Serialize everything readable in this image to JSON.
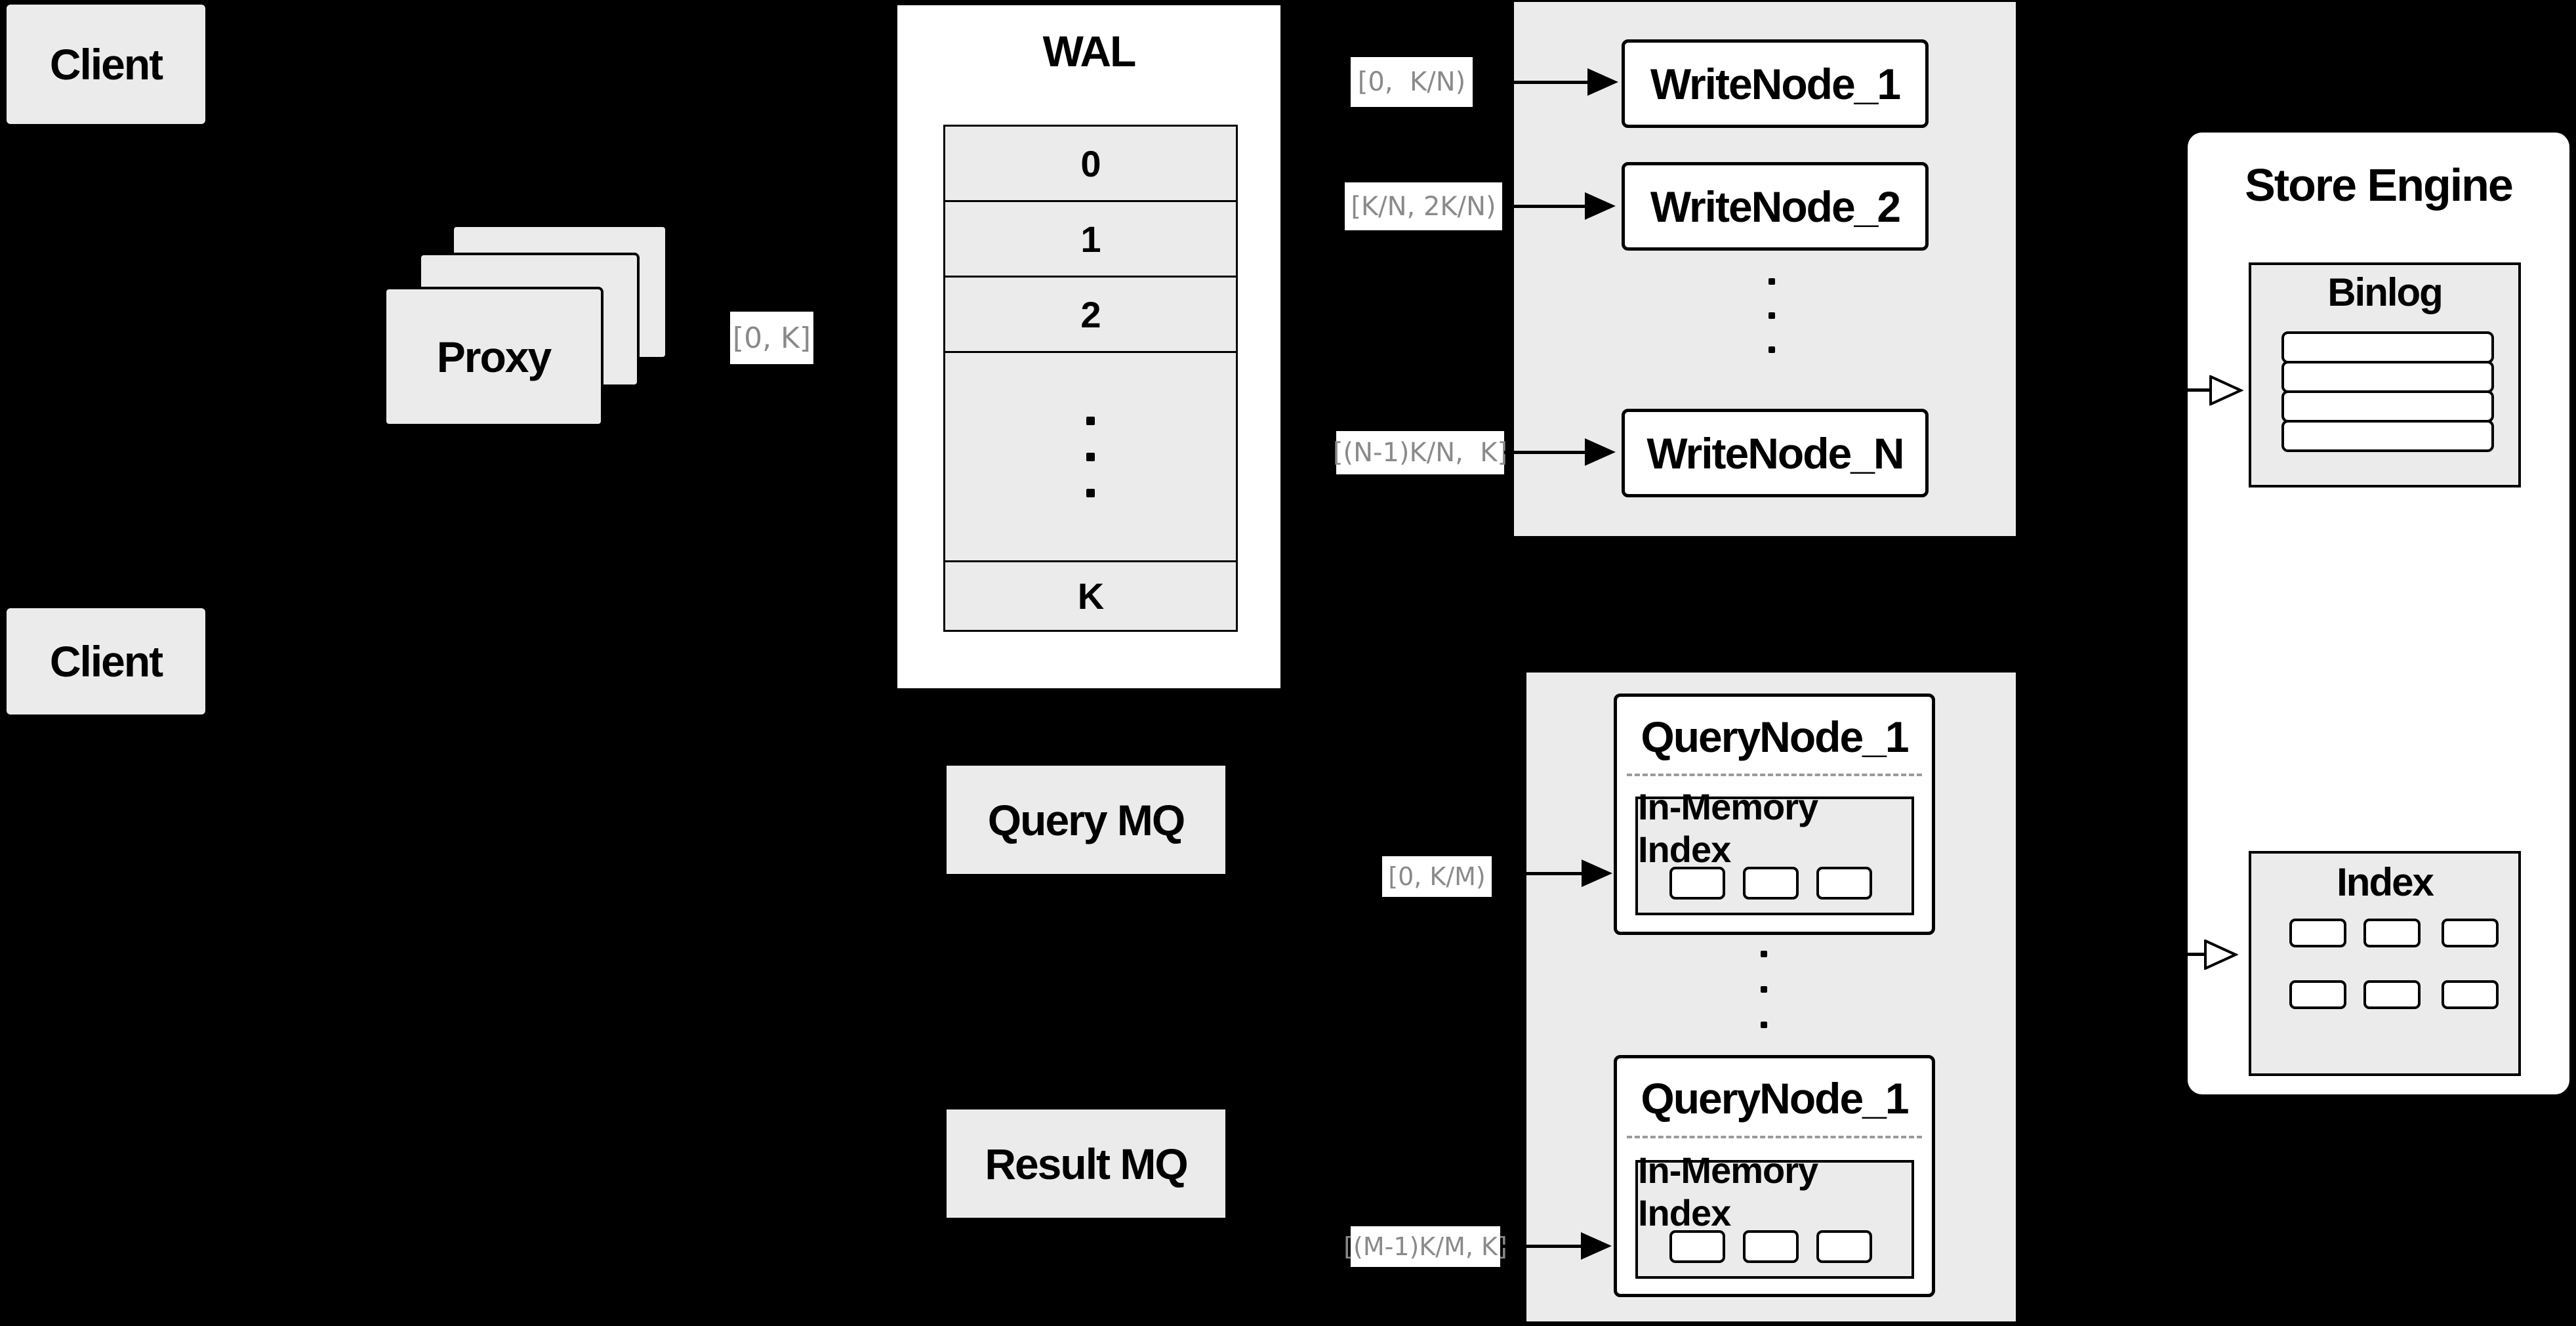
{
  "diagram_title": "Distributed write/query architecture diagram",
  "colors": {
    "background": "#000000",
    "panel_gray": "#ebebeb",
    "panel_white": "#ffffff",
    "text_black": "#000000",
    "range_label_text": "#8a8a8a",
    "dashed_divider": "#9a9a9a"
  },
  "clients": {
    "top_label": "Client",
    "bottom_label": "Client"
  },
  "proxy": {
    "label": "Proxy"
  },
  "wal": {
    "title": "WAL",
    "rows": [
      "0",
      "1",
      "2"
    ],
    "last_row": "K"
  },
  "range_labels": {
    "proxy_out": "[0, K]",
    "write_1": "[0,  K/N)",
    "write_2": "[K/N, 2K/N)",
    "write_n": "[(N-1)K/N,  K]",
    "query_1": "[0, K/M)",
    "query_2": "[(M-1)K/M, K]"
  },
  "write_group": {
    "nodes": [
      "WriteNode_1",
      "WriteNode_2",
      "WriteNode_N"
    ]
  },
  "query_group": {
    "nodes": [
      {
        "title": "QueryNode_1",
        "index_title": "In-Memory Index"
      },
      {
        "title": "QueryNode_1",
        "index_title": "In-Memory Index"
      }
    ]
  },
  "mq": {
    "query": "Query MQ",
    "result": "Result MQ"
  },
  "store": {
    "title": "Store Engine",
    "binlog_title": "Binlog",
    "index_title": "Index"
  }
}
